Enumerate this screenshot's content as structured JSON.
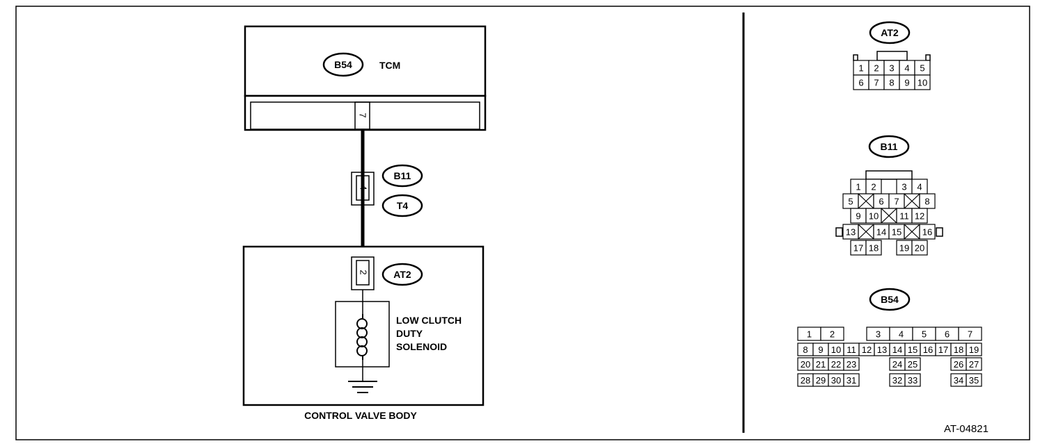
{
  "tcm": {
    "connector_id": "B54",
    "label": "TCM",
    "pin": "7"
  },
  "harness": {
    "connector_b11": "B11",
    "connector_t4": "T4",
    "pin": "4"
  },
  "control_valve": {
    "label": "CONTROL VALVE BODY",
    "connector_id": "AT2",
    "pin": "2",
    "solenoid_line1": "LOW CLUTCH",
    "solenoid_line2": "DUTY",
    "solenoid_line3": "SOLENOID"
  },
  "connectors": {
    "at2": {
      "title": "AT2",
      "rows": [
        [
          "1",
          "2",
          "3",
          "4",
          "5"
        ],
        [
          "6",
          "7",
          "8",
          "9",
          "10"
        ]
      ]
    },
    "b11": {
      "title": "B11",
      "row1": [
        "1",
        "2",
        "3",
        "4"
      ],
      "row2": [
        "5",
        "6",
        "7",
        "8"
      ],
      "row3": [
        "9",
        "10",
        "11",
        "12"
      ],
      "row4": [
        "13",
        "14",
        "15",
        "16"
      ],
      "row5": [
        "17",
        "18",
        "19",
        "20"
      ]
    },
    "b54": {
      "title": "B54",
      "row1": [
        "1",
        "2",
        "3",
        "4",
        "5",
        "6",
        "7"
      ],
      "row2": [
        "8",
        "9",
        "10",
        "11",
        "12",
        "13",
        "14",
        "15",
        "16",
        "17",
        "18",
        "19"
      ],
      "row3": [
        "20",
        "21",
        "22",
        "23",
        "24",
        "25",
        "26",
        "27"
      ],
      "row4": [
        "28",
        "29",
        "30",
        "31",
        "32",
        "33",
        "34",
        "35"
      ]
    }
  },
  "figure_id": "AT-04821"
}
